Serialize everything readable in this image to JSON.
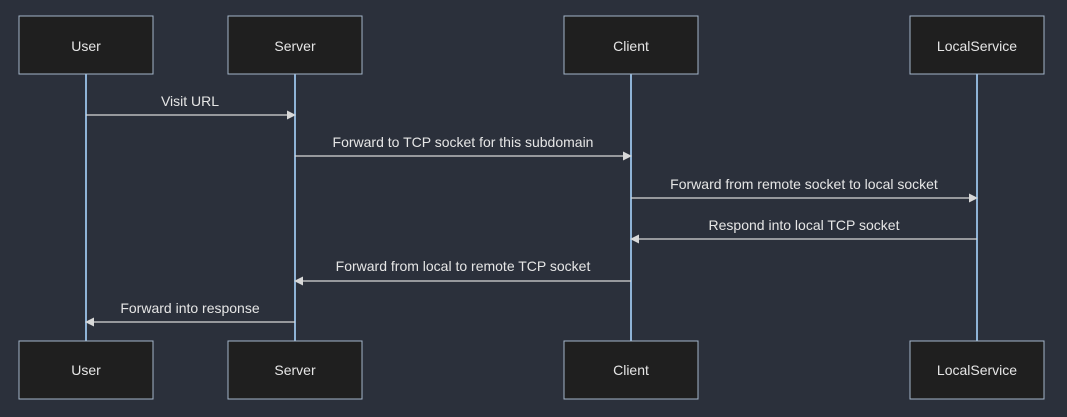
{
  "participants": [
    {
      "id": "user",
      "label": "User"
    },
    {
      "id": "server",
      "label": "Server"
    },
    {
      "id": "client",
      "label": "Client"
    },
    {
      "id": "localservice",
      "label": "LocalService"
    }
  ],
  "messages": [
    {
      "from": "user",
      "to": "server",
      "label": "Visit URL"
    },
    {
      "from": "server",
      "to": "client",
      "label": "Forward to TCP socket for this subdomain"
    },
    {
      "from": "client",
      "to": "localservice",
      "label": "Forward from remote socket to local socket"
    },
    {
      "from": "localservice",
      "to": "client",
      "label": "Respond into local TCP socket"
    },
    {
      "from": "client",
      "to": "server",
      "label": "Forward from local to remote TCP socket"
    },
    {
      "from": "server",
      "to": "user",
      "label": "Forward into response"
    }
  ]
}
